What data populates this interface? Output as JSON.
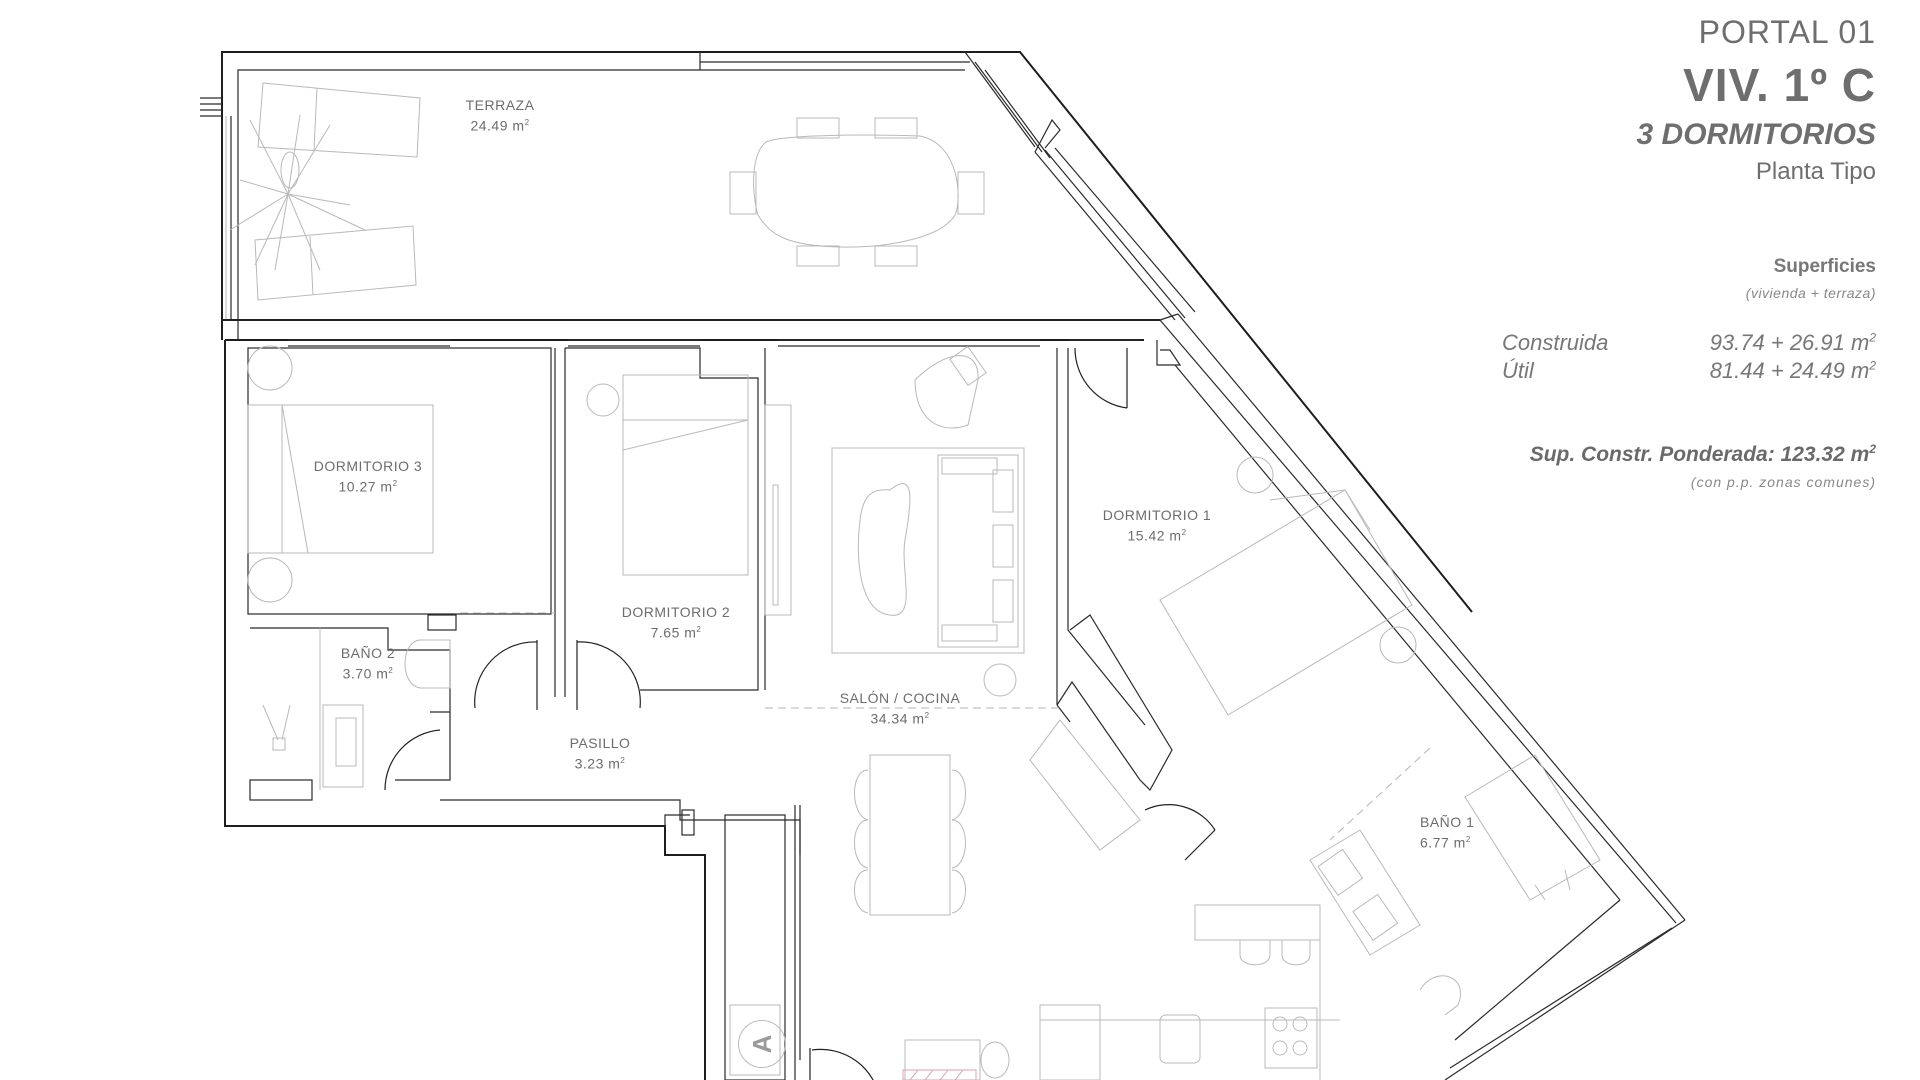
{
  "header": {
    "portal": "PORTAL 01",
    "unit": "VIV. 1º C",
    "bedrooms": "3 DORMITORIOS",
    "floor_type": "Planta Tipo"
  },
  "surfaces": {
    "title": "Superficies",
    "subtitle": "(vivienda + terraza)",
    "rows": [
      {
        "label": "Construida",
        "value": "93.74 + 26.91 m",
        "unit_exp": "2"
      },
      {
        "label": "Útil",
        "value": "81.44 + 24.49 m",
        "unit_exp": "2"
      }
    ],
    "weighted": {
      "label": "Sup. Constr. Ponderada: 123.32 m",
      "unit_exp": "2"
    },
    "weighted_note": "(con p.p. zonas comunes)"
  },
  "rooms": [
    {
      "id": "terraza",
      "name": "TERRAZA",
      "area": "24.49 m",
      "exp": "2"
    },
    {
      "id": "dormitorio-3",
      "name": "DORMITORIO 3",
      "area": "10.27 m",
      "exp": "2"
    },
    {
      "id": "dormitorio-2",
      "name": "DORMITORIO 2",
      "area": "7.65 m",
      "exp": "2"
    },
    {
      "id": "salon-cocina",
      "name": "SALÓN / COCINA",
      "area": "34.34 m",
      "exp": "2"
    },
    {
      "id": "dormitorio-1",
      "name": "DORMITORIO 1",
      "area": "15.42 m",
      "exp": "2"
    },
    {
      "id": "bano-2",
      "name": "BAÑO 2",
      "area": "3.70 m",
      "exp": "2"
    },
    {
      "id": "pasillo",
      "name": "PASILLO",
      "area": "3.23 m",
      "exp": "2"
    },
    {
      "id": "bano-1",
      "name": "BAÑO 1",
      "area": "6.77 m",
      "exp": "2"
    }
  ],
  "symbols": {
    "elevator_letter": "A"
  },
  "colors": {
    "wall": "#1e1e1e",
    "furniture": "#b9b9b9",
    "text": "#6e6e6e",
    "entry_hatch": "#d9a0b4"
  }
}
